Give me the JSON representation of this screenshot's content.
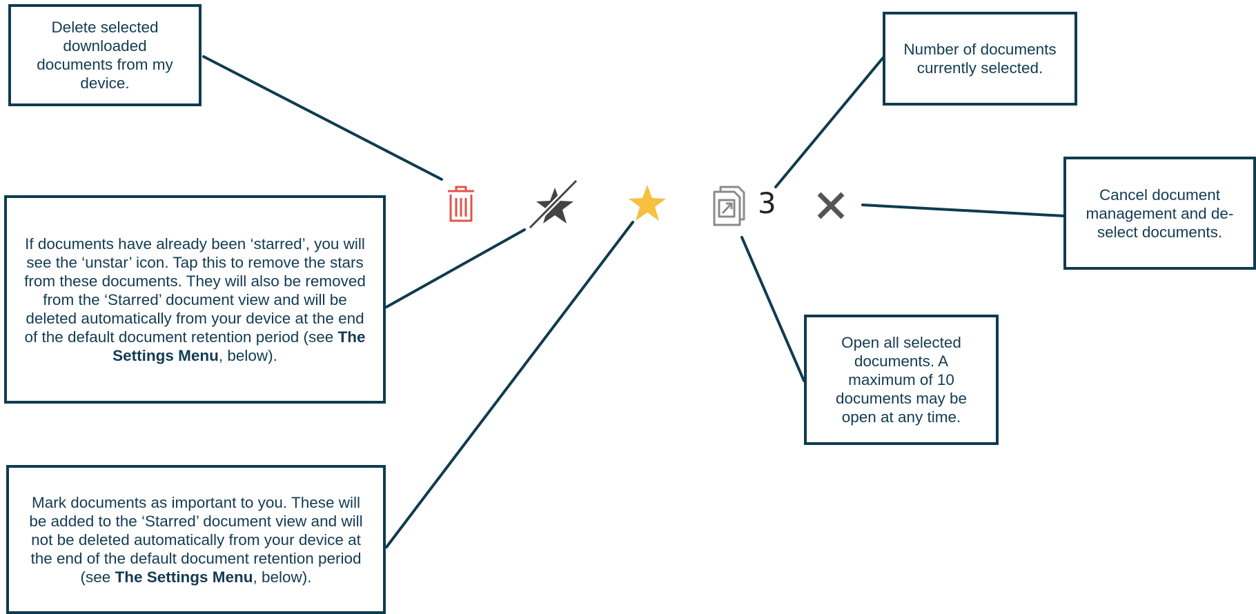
{
  "toolbar": {
    "selected_count": "3",
    "colors": {
      "trash": "#e0544a",
      "unstar": "#444444",
      "star": "#f6c040",
      "open": "#8a8a8a",
      "close": "#555555"
    },
    "icons": [
      "trash-icon",
      "unstar-icon",
      "star-icon",
      "open-documents-icon",
      "close-icon"
    ]
  },
  "callouts": {
    "delete": "Delete selected downloaded documents from my device.",
    "unstar": {
      "before": "If documents have already been ‘starred’, you will see the ‘unstar’ icon. Tap this to remove the stars from these documents. They will also be removed from the ‘Starred’ document view and will be deleted automatically from your device at the end of the default document retention period (see ",
      "bold": "The Settings Menu",
      "after": ", below)."
    },
    "star": {
      "before": "Mark documents as important to you. These will be added to the ‘Starred’ document view and will not be deleted automatically from your device at the end of the default document retention period (see ",
      "bold": "The Settings Menu",
      "after": ", below)."
    },
    "count": "Number of documents currently selected.",
    "cancel": "Cancel document management and de-select documents.",
    "open": "Open all selected documents. A maximum of 10 documents may be open at any time."
  }
}
